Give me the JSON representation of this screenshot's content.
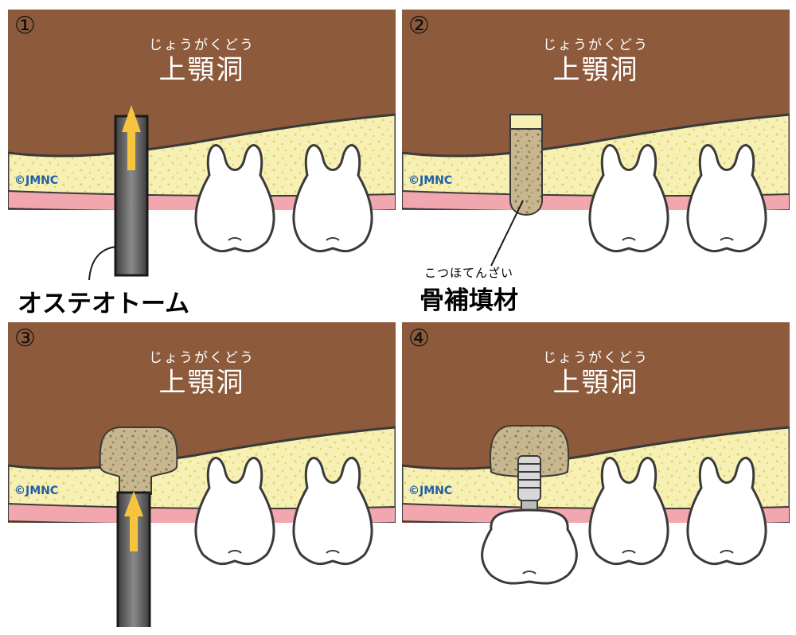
{
  "colors": {
    "sinus": "#8d5a3b",
    "bone": "#f6f0b4",
    "bone_dots": "#e6d46a",
    "gum": "#f2a7ae",
    "tooth": "#ffffff",
    "outline": "#3a3a3a",
    "instrument": "#666666",
    "arrow": "#f7c43d",
    "graft": "#c8b68e",
    "watermark": "#1f5fa8"
  },
  "panels": [
    {
      "number": "①",
      "ruby": "じょうがくどう",
      "title": "上顎洞",
      "watermark": "©JMNC",
      "label": "オステオトーム",
      "icon": "osteotome-icon"
    },
    {
      "number": "②",
      "ruby": "じょうがくどう",
      "title": "上顎洞",
      "watermark": "©JMNC",
      "label_ruby": "こつほてんざい",
      "label": "骨補填材",
      "icon": "bone-graft-icon"
    },
    {
      "number": "③",
      "ruby": "じょうがくどう",
      "title": "上顎洞",
      "watermark": "©JMNC",
      "icon": "osteotome-icon"
    },
    {
      "number": "④",
      "ruby": "じょうがくどう",
      "title": "上顎洞",
      "watermark": "©JMNC",
      "icon": "implant-icon"
    }
  ]
}
